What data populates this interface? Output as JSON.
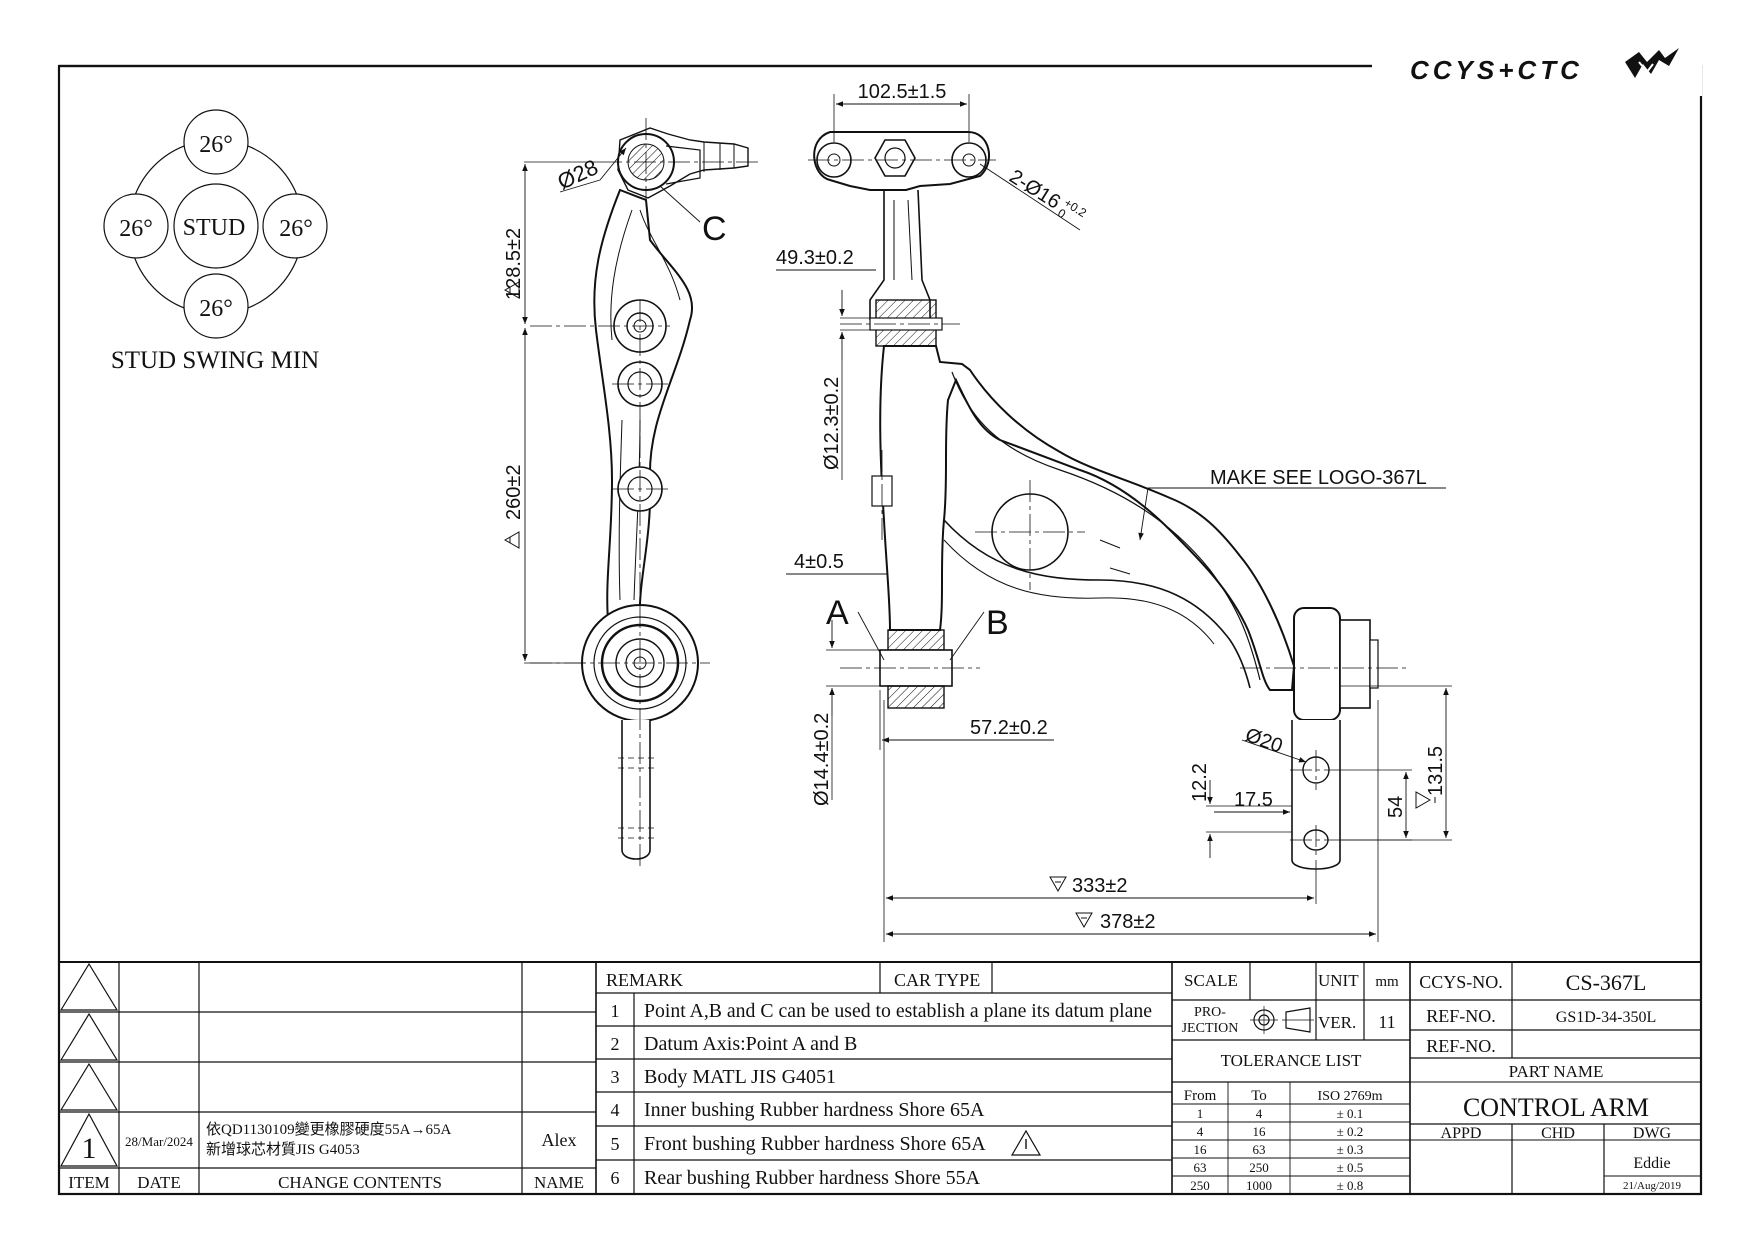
{
  "brand": {
    "name": "CCYS+CTC",
    "logo_icon": "ccys-logo-icon"
  },
  "stud_swing": {
    "title": "STUD SWING MIN",
    "center": "STUD",
    "angle": "26°"
  },
  "dimensions": {
    "d_102_5": "102.5±1.5",
    "d_2_holes": "2-Ø16",
    "d_2_holes_tol_upper": "+0.2",
    "d_2_holes_tol_lower": "0",
    "d_28": "Ø28",
    "d_128_5": "128.5±2",
    "d_49_3": "49.3±0.2",
    "d_12_3": "Ø12.3±0.2",
    "d_260": "260±2",
    "d_4": "4±0.5",
    "d_14_4": "Ø14.4±0.2",
    "d_57_2": "57.2±0.2",
    "d_20": "Ø20",
    "d_12_2": "12.2",
    "d_17_5": "17.5",
    "d_54": "54",
    "d_131_5": "131.5",
    "d_333": "333±2",
    "d_378": "378±2"
  },
  "points": {
    "a": "A",
    "b": "B",
    "c": "C"
  },
  "logo_note": "MAKE SEE LOGO-367L",
  "revisions": {
    "rows": [
      {
        "item": "",
        "date": "",
        "contents": "",
        "name": ""
      },
      {
        "item": "",
        "date": "",
        "contents": "",
        "name": ""
      },
      {
        "item": "",
        "date": "",
        "contents": "",
        "name": ""
      },
      {
        "item": "1",
        "date": "28/Mar/2024",
        "contents_line1": "依QD1130109變更橡膠硬度55A→65A",
        "contents_line2": "新增球芯材質JIS G4053",
        "name": "Alex"
      }
    ],
    "headers": {
      "item": "ITEM",
      "date": "DATE",
      "contents": "CHANGE CONTENTS",
      "name": "NAME"
    }
  },
  "remarks": {
    "header": "REMARK",
    "car_type_label": "CAR TYPE",
    "car_type_value": "",
    "items": [
      {
        "no": "1",
        "text": "Point A,B and C can be used to establish a plane its datum plane"
      },
      {
        "no": "2",
        "text": "Datum Axis:Point A and B"
      },
      {
        "no": "3",
        "text": "Body MATL JIS G4051"
      },
      {
        "no": "4",
        "text": "Inner bushing Rubber hardness Shore 65A"
      },
      {
        "no": "5",
        "text": "Front bushing Rubber hardness Shore 65A"
      },
      {
        "no": "6",
        "text": "Rear bushing Rubber hardness Shore 55A"
      }
    ]
  },
  "spec": {
    "scale_label": "SCALE",
    "scale_value": "",
    "unit_label": "UNIT",
    "unit_value": "mm",
    "projection_line1": "PRO-",
    "projection_line2": "JECTION",
    "ver_label": "VER.",
    "ver_value": "11",
    "tolerance_title": "TOLERANCE LIST",
    "tolerance_headers": {
      "from": "From",
      "to": "To",
      "iso": "ISO 2769m"
    },
    "tolerance_rows": [
      {
        "from": "1",
        "to": "4",
        "tol": "± 0.1"
      },
      {
        "from": "4",
        "to": "16",
        "tol": "± 0.2"
      },
      {
        "from": "16",
        "to": "63",
        "tol": "± 0.3"
      },
      {
        "from": "63",
        "to": "250",
        "tol": "± 0.5"
      },
      {
        "from": "250",
        "to": "1000",
        "tol": "± 0.8"
      }
    ]
  },
  "title_block": {
    "ccys_no_label": "CCYS-NO.",
    "ccys_no": "CS-367L",
    "ref_no_label": "REF-NO.",
    "ref_no_1": "GS1D-34-350L",
    "ref_no_2": "",
    "part_name_label": "PART NAME",
    "part_name": "CONTROL ARM",
    "appd": "APPD",
    "chd": "CHD",
    "dwg": "DWG",
    "drawn_by": "Eddie",
    "drawn_date": "21/Aug/2019"
  }
}
